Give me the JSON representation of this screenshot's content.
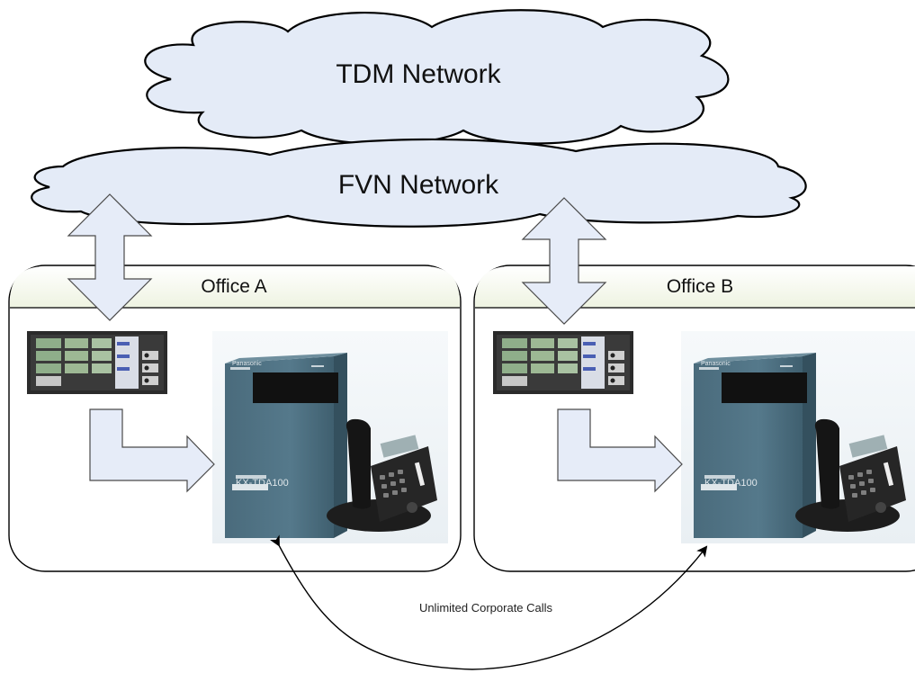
{
  "clouds": {
    "tdm_label": "TDM Network",
    "fvn_label": "FVN Network"
  },
  "offices": [
    {
      "label": "Office A",
      "pbx_model": "KX-TDA100",
      "pbx_brand": "Panasonic"
    },
    {
      "label": "Office B",
      "pbx_model": "KX-TDA100",
      "pbx_brand": "Panasonic"
    }
  ],
  "caption": "Unlimited Corporate Calls",
  "colors": {
    "cloud_fill": "#e4ebf7",
    "arrow_fill": "#e6ecf8",
    "pbx_teal": "#4d7081",
    "office_header_fill": "#eef3e1"
  },
  "icons": [
    "network-cloud",
    "block-arrow",
    "gateway-rack",
    "pbx-cabinet",
    "desk-phone"
  ]
}
